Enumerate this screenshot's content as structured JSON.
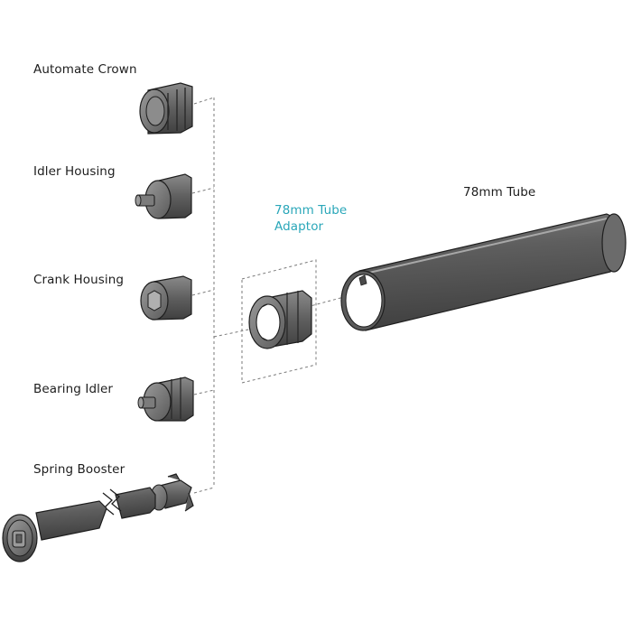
{
  "labels": {
    "automate_crown": "Automate Crown",
    "idler_housing": "Idler Housing",
    "crank_housing": "Crank Housing",
    "bearing_idler": "Bearing Idler",
    "spring_booster": "Spring Booster",
    "tube_adaptor_line1": "78mm Tube",
    "tube_adaptor_line2": "Adaptor",
    "tube": "78mm Tube"
  },
  "colors": {
    "accent": "#2aa7b9",
    "part_dark": "#4a4a4a",
    "part_mid": "#6b6b6b",
    "part_light": "#8d8d8d",
    "outline": "#1e1e1e",
    "guide": "#7a7a7a"
  }
}
